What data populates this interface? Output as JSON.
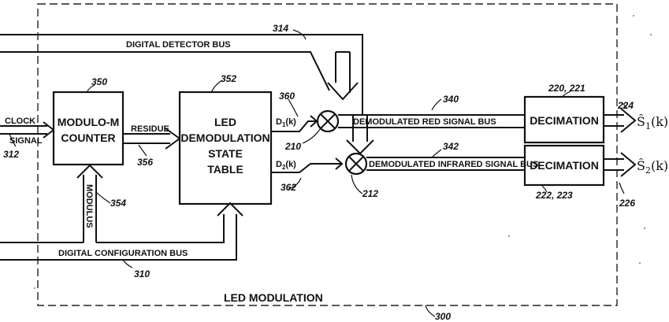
{
  "labels": {
    "digital_detector_bus": "DIGITAL DETECTOR BUS",
    "digital_configuration_bus": "DIGITAL CONFIGURATION BUS",
    "clock_signal_line1": "CLOCK",
    "clock_signal_line2": "SIGNAL",
    "residue": "RESIDUE",
    "modulus": "MODULUS",
    "demod_red_bus": "DEMODULATED RED SIGNAL BUS",
    "demod_ir_bus": "DEMODULATED INFRARED SIGNAL BUS",
    "led_modulation": "LED MODULATION",
    "d1": "D",
    "d1_sub": "1",
    "d1_arg": "(k)",
    "d2": "D",
    "d2_sub": "2",
    "d2_arg": "(k)",
    "s1": "Ŝ",
    "s1_sub": "1",
    "s1_arg": "(k)",
    "s2": "Ŝ",
    "s2_sub": "2",
    "s2_arg": "(k)"
  },
  "blocks": {
    "counter_line1": "MODULO-M",
    "counter_line2": "COUNTER",
    "table_line1": "LED",
    "table_line2": "DEMODULATION",
    "table_line3": "STATE",
    "table_line4": "TABLE",
    "decimation_top": "DECIMATION",
    "decimation_bottom": "DECIMATION"
  },
  "refs": {
    "r314": "314",
    "r350": "350",
    "r352": "352",
    "r360": "360",
    "r340": "340",
    "r220": "220, 221",
    "r224": "224",
    "r312": "312",
    "r356": "356",
    "r210": "210",
    "r342": "342",
    "r354": "354",
    "r362": "362",
    "r212": "212",
    "r222": "222, 223",
    "r226": "226",
    "r310": "310",
    "r300": "300"
  }
}
